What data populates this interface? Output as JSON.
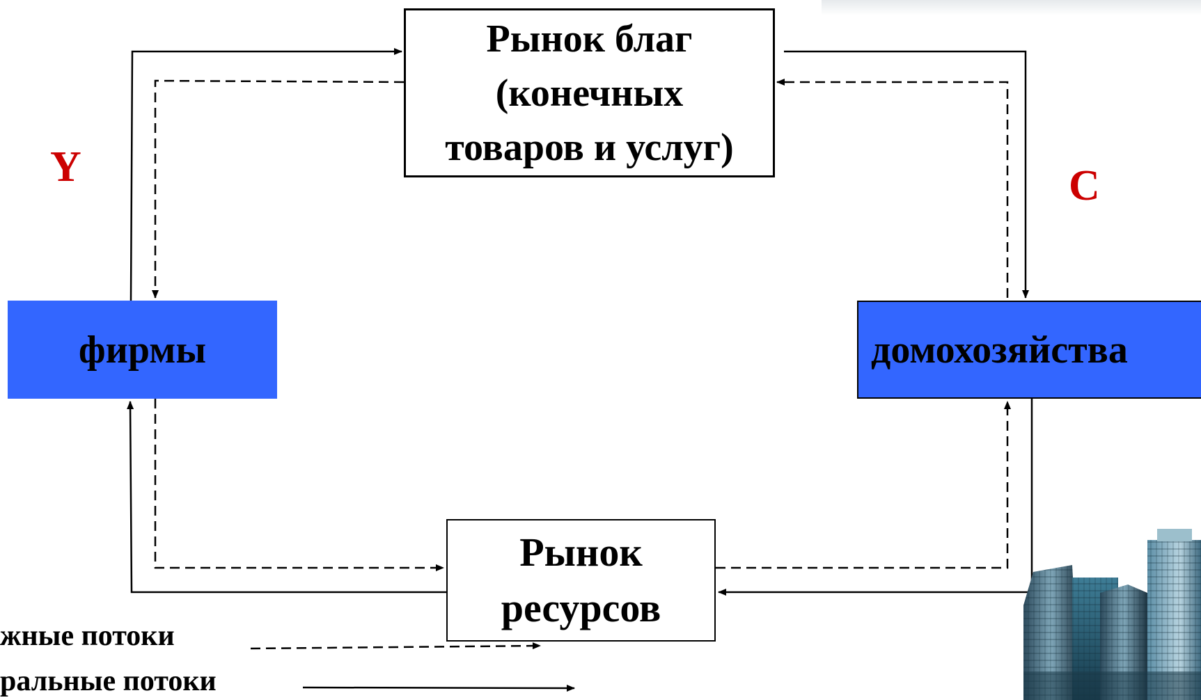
{
  "nodes": {
    "market_goods": [
      "Рынок благ",
      "(конечных",
      "товаров и услуг)"
    ],
    "market_resources": [
      "Рынок",
      "ресурсов"
    ],
    "firms": "фирмы",
    "households": "домохозяйства"
  },
  "flow_labels": {
    "y": "Y",
    "c": "C"
  },
  "legend": {
    "money_flows": "жные потоки",
    "real_flows": "ральные потоки"
  },
  "colors": {
    "node_fill": "#3366ff",
    "flow_label": "#cc0000"
  }
}
